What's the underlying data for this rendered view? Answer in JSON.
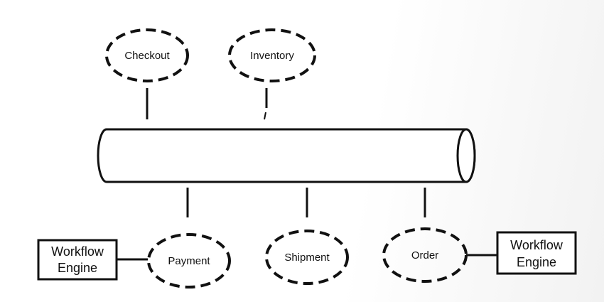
{
  "diagram": {
    "bus": {
      "label": ""
    },
    "services": {
      "checkout": "Checkout",
      "inventory": "Inventory",
      "payment": "Payment",
      "shipment": "Shipment",
      "order": "Order"
    },
    "workflow_engines": {
      "left": {
        "line1": "Workflow",
        "line2": "Engine"
      },
      "right": {
        "line1": "Workflow",
        "line2": "Engine"
      }
    }
  },
  "colors": {
    "stroke": "#111111",
    "background": "#ffffff"
  }
}
